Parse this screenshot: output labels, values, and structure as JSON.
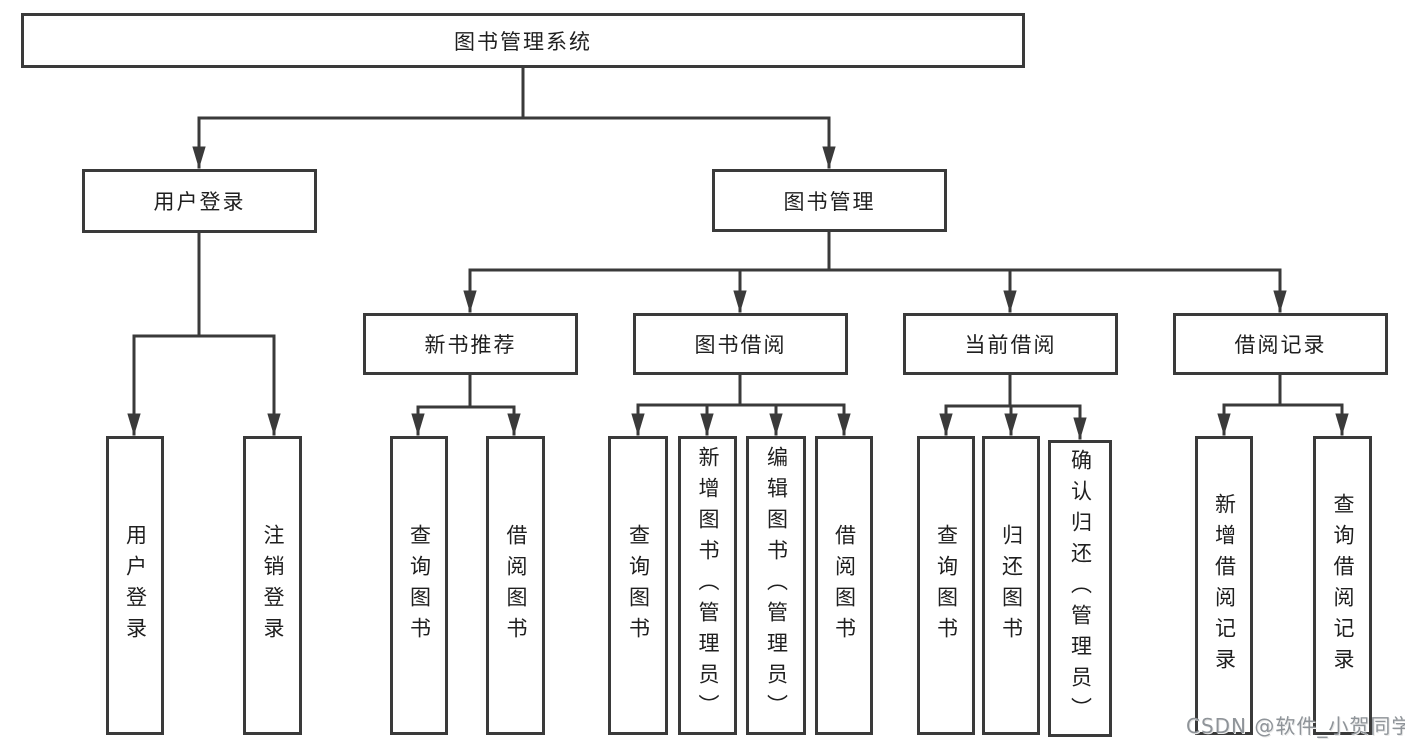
{
  "colors": {
    "line": "#3a3a3a",
    "box_border": "#3a3a3a",
    "text": "#1f1f1f",
    "watermark": "#8f9499",
    "background": "#ffffff"
  },
  "watermark": {
    "text": "CSDN @软件_小贺同学"
  },
  "tree": {
    "root": {
      "label": "图书管理系统",
      "children": [
        {
          "label": "用户登录",
          "children": [
            {
              "label": "用户登录"
            },
            {
              "label": "注销登录"
            }
          ]
        },
        {
          "label": "图书管理",
          "children": [
            {
              "label": "新书推荐",
              "children": [
                {
                  "label": "查询图书"
                },
                {
                  "label": "借阅图书"
                }
              ]
            },
            {
              "label": "图书借阅",
              "children": [
                {
                  "label": "查询图书"
                },
                {
                  "label": "新增图书（管理员）"
                },
                {
                  "label": "编辑图书（管理员）"
                },
                {
                  "label": "借阅图书"
                }
              ]
            },
            {
              "label": "当前借阅",
              "children": [
                {
                  "label": "查询图书"
                },
                {
                  "label": "归还图书"
                },
                {
                  "label": "确认归还（管理员）"
                }
              ]
            },
            {
              "label": "借阅记录",
              "children": [
                {
                  "label": "新增借阅记录"
                },
                {
                  "label": "查询借阅记录"
                }
              ]
            }
          ]
        }
      ]
    }
  }
}
